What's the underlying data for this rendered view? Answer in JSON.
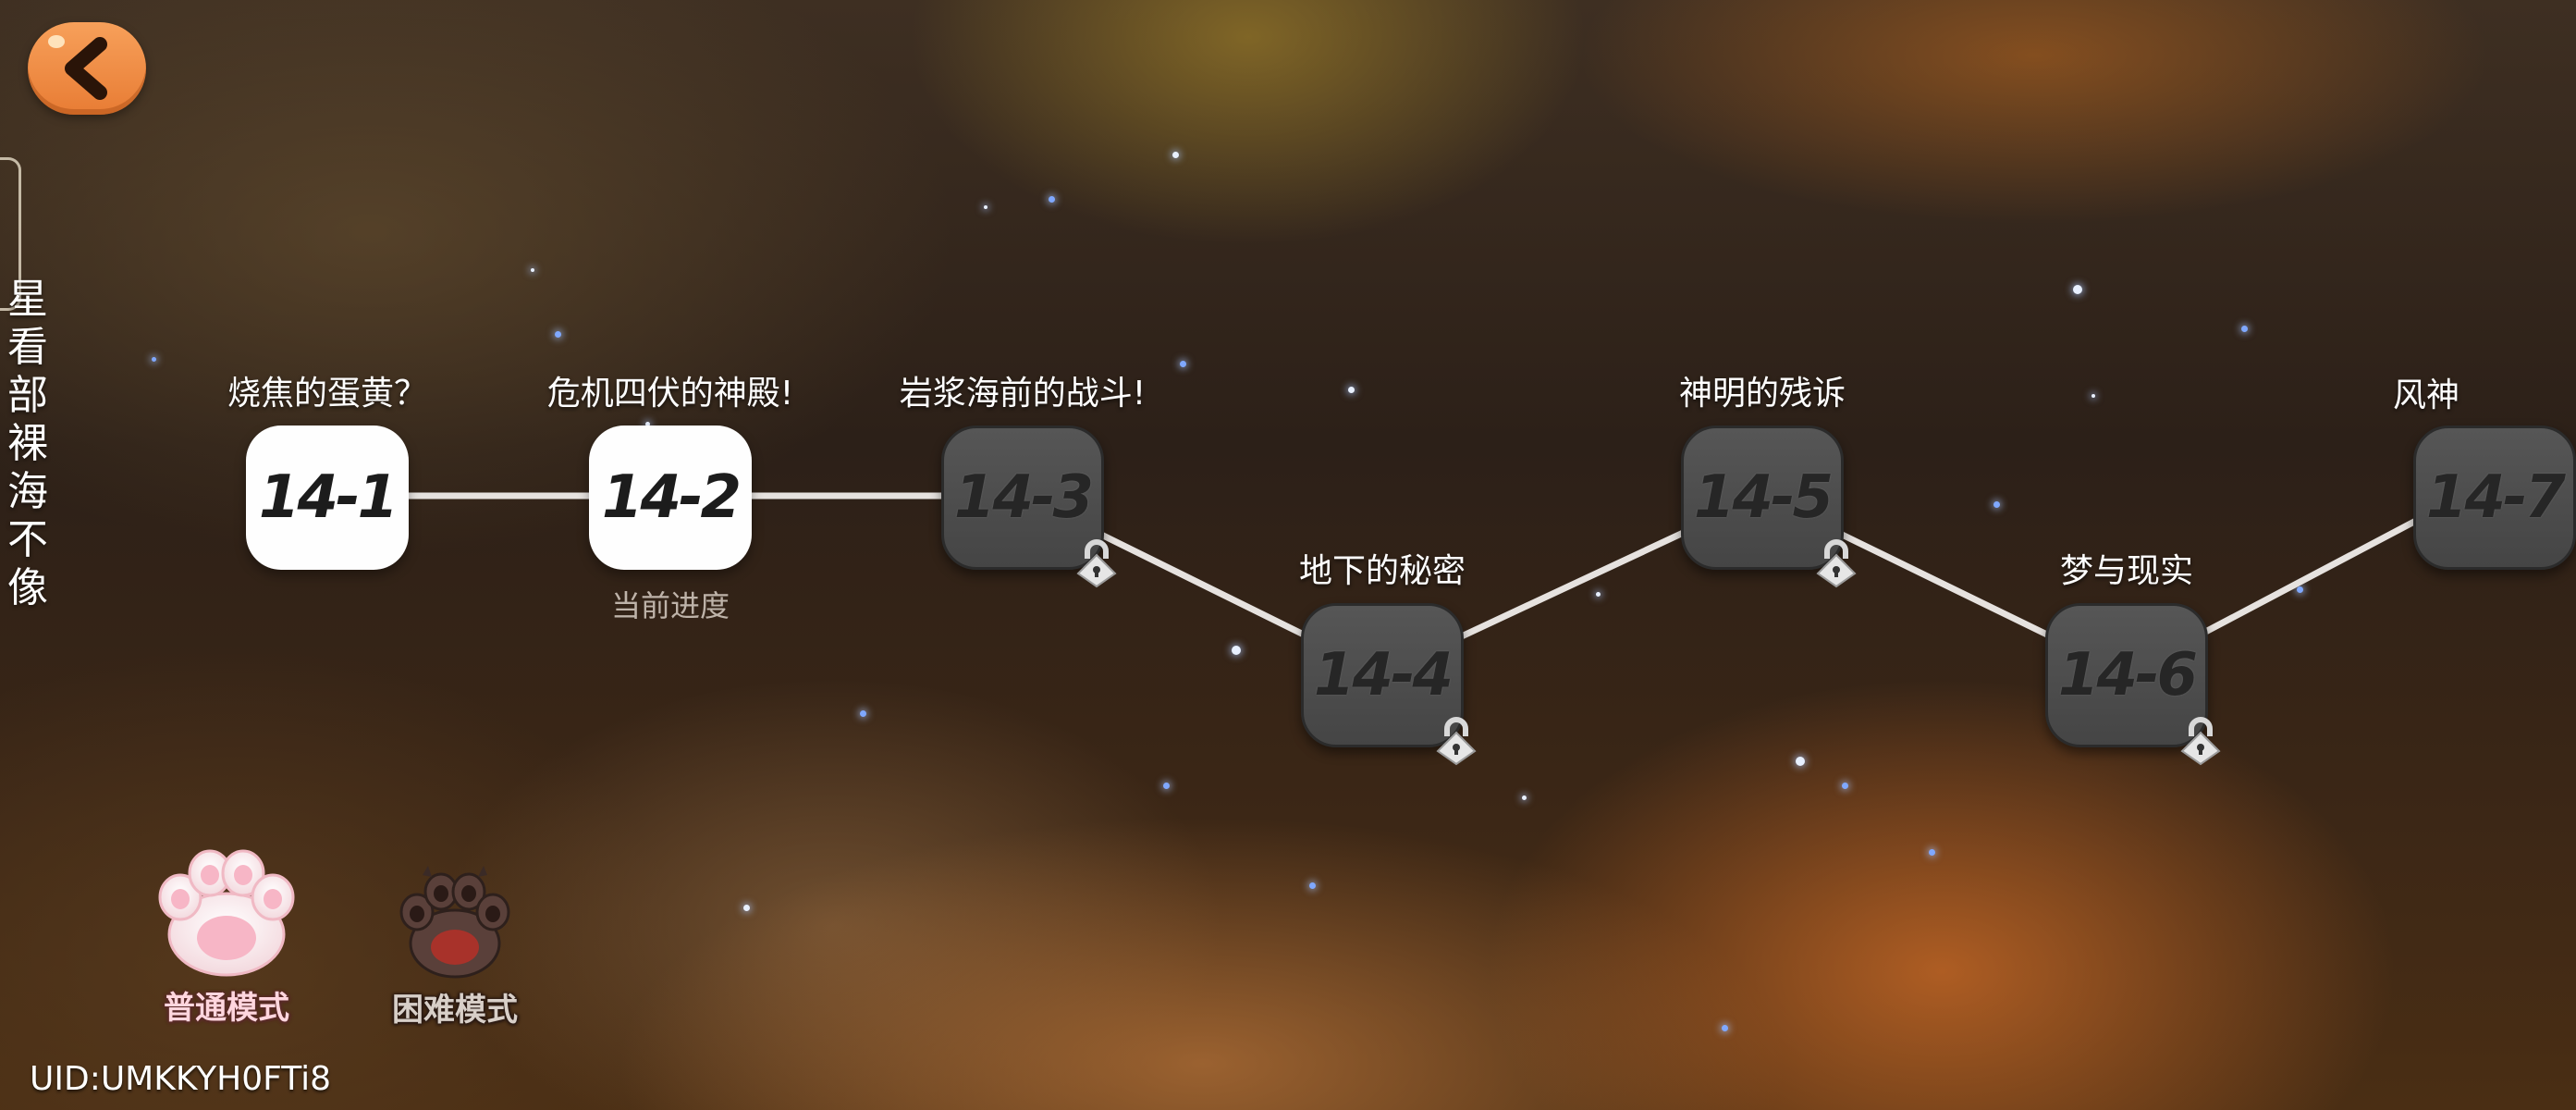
{
  "back_button": {
    "icon": "chevron-left-icon",
    "color": "#f08a42"
  },
  "side_panel": {
    "text": "星\n看\n部\n裸\n海\n不\n像"
  },
  "levels": [
    {
      "code": "14-1",
      "title": "烧焦的蛋黄？",
      "state": "unlocked"
    },
    {
      "code": "14-2",
      "title": "危机四伏的神殿!",
      "state": "unlocked",
      "progress_label": "当前进度"
    },
    {
      "code": "14-3",
      "title": "岩浆海前的战斗!",
      "state": "locked"
    },
    {
      "code": "14-4",
      "title": "地下的秘密",
      "state": "locked"
    },
    {
      "code": "14-5",
      "title": "神明的残诉",
      "state": "locked"
    },
    {
      "code": "14-6",
      "title": "梦与现实",
      "state": "locked"
    },
    {
      "code": "14-7",
      "title": "风神",
      "state": "locked"
    }
  ],
  "modes": {
    "normal": {
      "label": "普通模式",
      "icon": "paw-icon",
      "color": "#f7b6c6"
    },
    "hard": {
      "label": "困难模式",
      "icon": "paw-icon",
      "color": "#4a3530"
    }
  },
  "uid": "UID:UMKKYH0FTi8"
}
